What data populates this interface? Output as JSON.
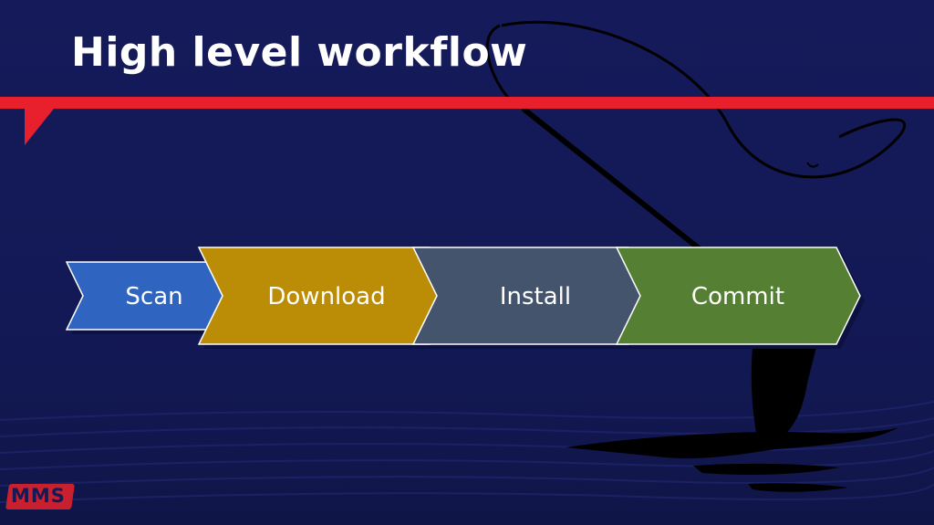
{
  "slide": {
    "title": "High level workflow"
  },
  "workflow": {
    "steps": [
      {
        "label": "Scan",
        "color": "#2f64c0"
      },
      {
        "label": "Download",
        "color": "#bb8c06"
      },
      {
        "label": "Install",
        "color": "#44546c"
      },
      {
        "label": "Commit",
        "color": "#558033"
      }
    ]
  },
  "logo": {
    "text": "MMS",
    "color": "#c8202e"
  },
  "colors": {
    "background": "#141a55",
    "accent": "#e8202e"
  }
}
